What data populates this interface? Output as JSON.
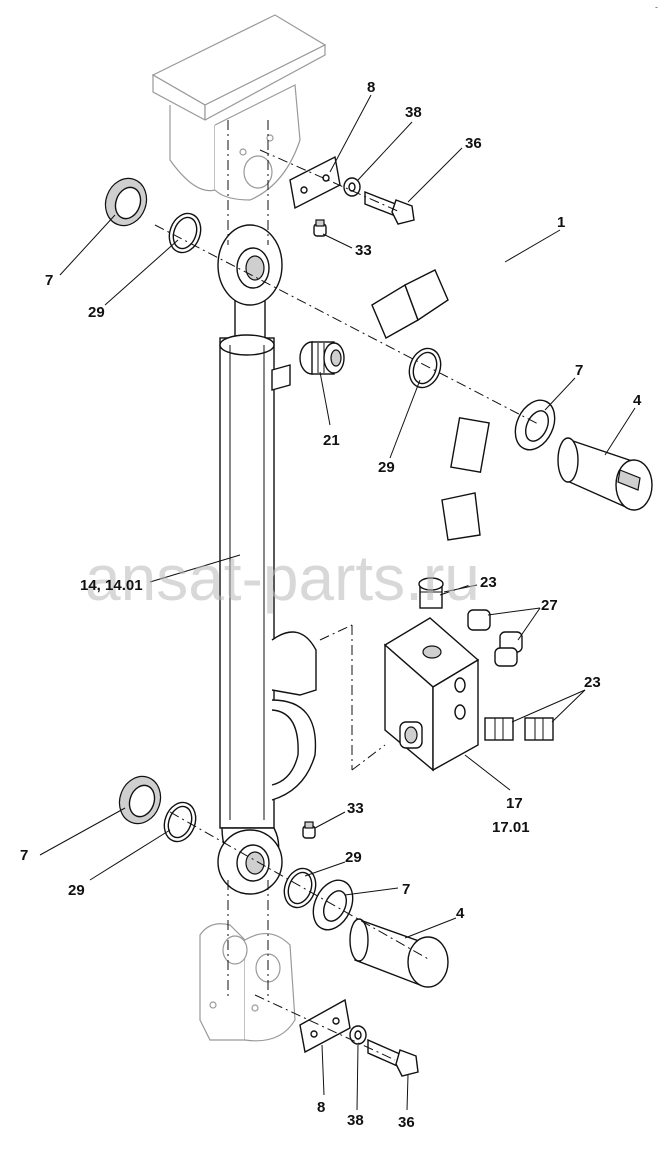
{
  "watermark": "ansat-parts.ru",
  "corner_mark": "-",
  "labels": {
    "p1": "1",
    "p4a": "4",
    "p4b": "4",
    "p7a": "7",
    "p7b": "7",
    "p7c": "7",
    "p7d": "7",
    "p8a": "8",
    "p8b": "8",
    "p14": "14, 14.01",
    "p17": "17",
    "p1701": "17.01",
    "p21": "21",
    "p23a": "23",
    "p23b": "23",
    "p27": "27",
    "p29a": "29",
    "p29b": "29",
    "p29c": "29",
    "p29d": "29",
    "p33a": "33",
    "p33b": "33",
    "p36a": "36",
    "p36b": "36",
    "p38a": "38",
    "p38b": "38"
  }
}
